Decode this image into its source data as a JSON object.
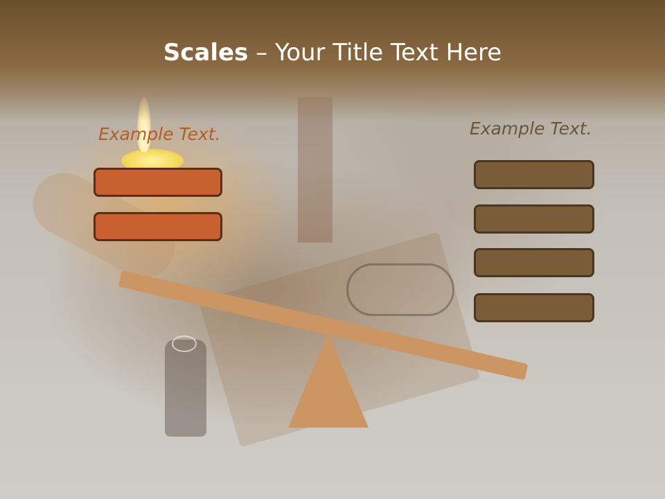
{
  "slide": {
    "title_bold": "Scales",
    "title_rest": " – Your Title Text Here"
  },
  "left": {
    "label": "Example Text.",
    "box_count": 2,
    "color": "#c8612f"
  },
  "right": {
    "label": "Example Text.",
    "box_count": 4,
    "color": "#7b5c38"
  },
  "scale": {
    "color": "#cb9664",
    "tilt": "lower on right"
  }
}
